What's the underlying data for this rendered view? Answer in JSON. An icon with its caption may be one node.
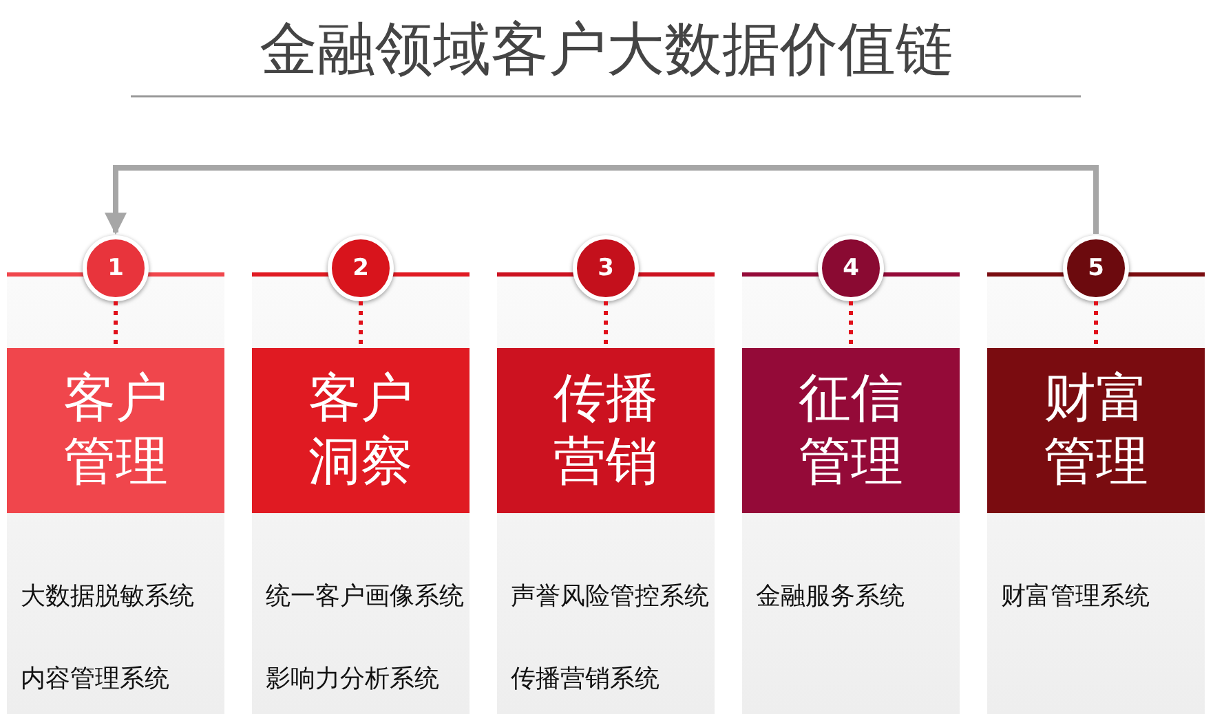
{
  "diagram": {
    "title": "金融领域客户大数据价值链",
    "nodes": [
      {
        "text": [
          "大数据脱敏系统",
          "内容管理系统"
        ]
      },
      {
        "text": [
          "1"
        ]
      },
      {
        "text": [
          "客户管理"
        ],
        "in": 0
      },
      {
        "text": [
          "统一客户画像系统",
          "影响力分析系统"
        ]
      },
      {
        "text": [
          "2"
        ]
      },
      {
        "text": [
          "客户洞察"
        ],
        "in": 3
      },
      {
        "text": [
          "声誉风险管控系统",
          "传播营销系统"
        ]
      },
      {
        "text": [
          "3"
        ]
      },
      {
        "text": [
          "传播营销"
        ],
        "in": 6
      },
      {
        "text": [
          "金融服务系统"
        ]
      },
      {
        "text": [
          "4"
        ]
      },
      {
        "text": [
          "征信管理"
        ],
        "in": 9
      },
      {
        "text": [
          "财富管理系统"
        ]
      },
      {
        "text": [
          "5"
        ]
      },
      {
        "text": [
          "财富管理"
        ],
        "in": 12
      }
    ],
    "edges": [
      {
        "from": 1,
        "to": 2,
        "arrow": "none",
        "style": "dashed"
      },
      {
        "from": 4,
        "to": 5,
        "arrow": "none",
        "style": "dashed"
      },
      {
        "from": 7,
        "to": 8,
        "arrow": "none",
        "style": "dashed"
      },
      {
        "from": 10,
        "to": 11,
        "arrow": "none",
        "style": "dashed"
      },
      {
        "from": 13,
        "to": 14,
        "arrow": "none",
        "style": "dashed"
      },
      {
        "from": 13,
        "to": 1,
        "arrow": "to",
        "color": "#a6a6a6"
      }
    ]
  }
}
